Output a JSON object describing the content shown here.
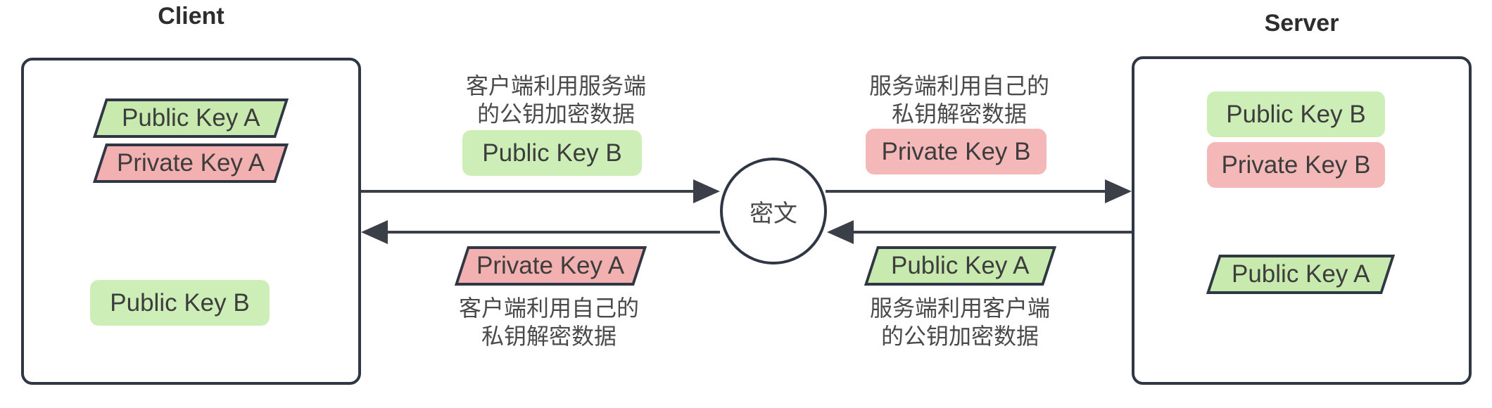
{
  "client": {
    "title": "Client",
    "keys": [
      {
        "label": "Public Key A",
        "shape": "parallelogram",
        "color": "green"
      },
      {
        "label": "Private Key A",
        "shape": "parallelogram",
        "color": "pink"
      },
      {
        "label": "Public Key B",
        "shape": "badge",
        "color": "green"
      }
    ]
  },
  "server": {
    "title": "Server",
    "keys": [
      {
        "label": "Public Key B",
        "shape": "badge",
        "color": "green"
      },
      {
        "label": "Private Key B",
        "shape": "badge",
        "color": "pink"
      },
      {
        "label": "Public Key A",
        "shape": "parallelogram",
        "color": "green"
      }
    ]
  },
  "center_node": {
    "label": "密文"
  },
  "flows": {
    "top_left": {
      "caption": "客户端利用服务端\n的公钥加密数据",
      "key_label": "Public Key B",
      "key_color": "green",
      "direction": "client-to-ciphertext"
    },
    "top_right": {
      "caption": "服务端利用自己的\n私钥解密数据",
      "key_label": "Private Key B",
      "key_color": "pink",
      "direction": "ciphertext-to-server"
    },
    "bottom_right": {
      "caption": "服务端利用客户端\n的公钥加密数据",
      "key_label": "Public Key A",
      "key_color": "green",
      "direction": "server-to-ciphertext"
    },
    "bottom_left": {
      "caption": "客户端利用自己的\n私钥解密数据",
      "key_label": "Private Key A",
      "key_color": "pink",
      "direction": "ciphertext-to-client"
    }
  },
  "colors": {
    "box_border": "#2e3743",
    "arrow": "#3b4048",
    "public_key_green": "#cdeeb7",
    "private_key_pink": "#f5b8b8",
    "parallelogram_green": "#c8eaae",
    "parallelogram_pink": "#f2b0b0",
    "label_text": "#3d3d3d",
    "caption_text": "#4a4a4a"
  }
}
